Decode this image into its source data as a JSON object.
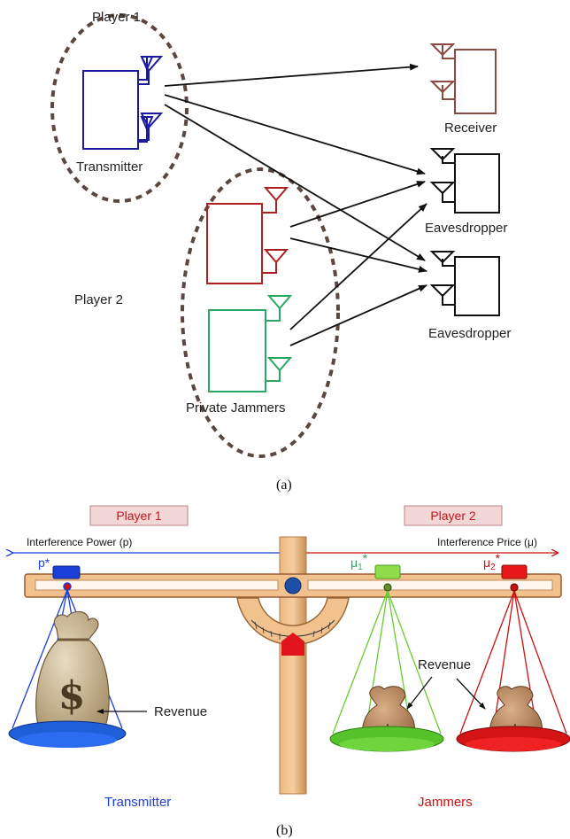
{
  "panel_a": {
    "player1_label": "Player 1",
    "player2_label": "Player 2",
    "transmitter_label": "Transmitter",
    "receiver_label": "Receiver",
    "eavesdropper1_label": "Eavesdropper",
    "eavesdropper2_label": "Eavesdropper",
    "jammers_label": "Private Jammers",
    "caption": "(a)"
  },
  "panel_b": {
    "player1_badge": "Player 1",
    "player2_badge": "Player 2",
    "left_axis_label": "Interference Power (p)",
    "right_axis_label": "Interference Price (μ)",
    "p_star": "p*",
    "mu1": "μ",
    "mu1_sub": "1",
    "mu1_star": "*",
    "mu2": "μ",
    "mu2_sub": "2",
    "mu2_star": "*",
    "revenue_left": "Revenue",
    "revenue_right": "Revenue",
    "transmitter_label": "Transmitter",
    "jammers_label": "Jammers",
    "caption": "(b)",
    "currency_symbol": "$"
  },
  "colors": {
    "transmitter": "#1a1aa0",
    "receiver": "#8b4a42",
    "jammer_red": "#b02020",
    "jammer_green": "#2aa860",
    "ellipse": "#5a4840",
    "badge_fill": "#f3d6d6",
    "badge_text": "#c0161b",
    "pole": "#d9a067",
    "beam": "#f2c28e",
    "blue_axis": "#1a3fd8",
    "red_axis": "#cc1010",
    "green_marker": "#66cc33"
  }
}
